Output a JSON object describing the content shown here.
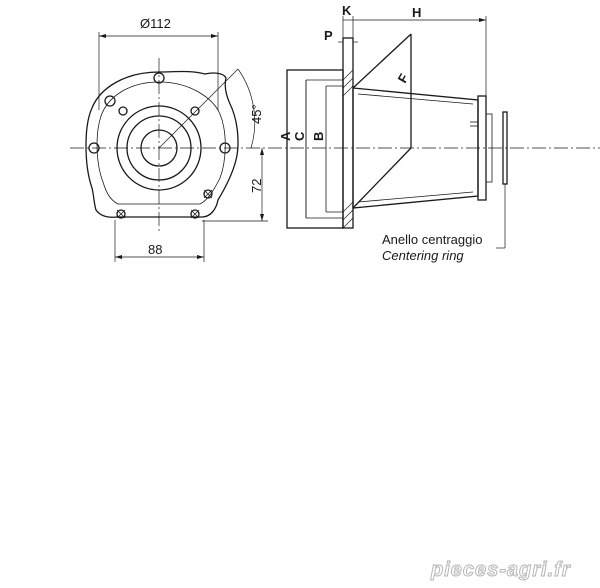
{
  "front_view": {
    "dim_diameter": "Ø112",
    "dim_angle": "45°",
    "dim_height": "72",
    "dim_width": "88"
  },
  "side_view": {
    "label_a": "A",
    "label_c": "C",
    "label_b": "B",
    "label_k": "K",
    "label_p": "P",
    "label_h": "H",
    "label_f": "F"
  },
  "callout": {
    "italian": "Anello centraggio",
    "english": "Centering ring"
  },
  "watermark": "pieces-agri.fr"
}
